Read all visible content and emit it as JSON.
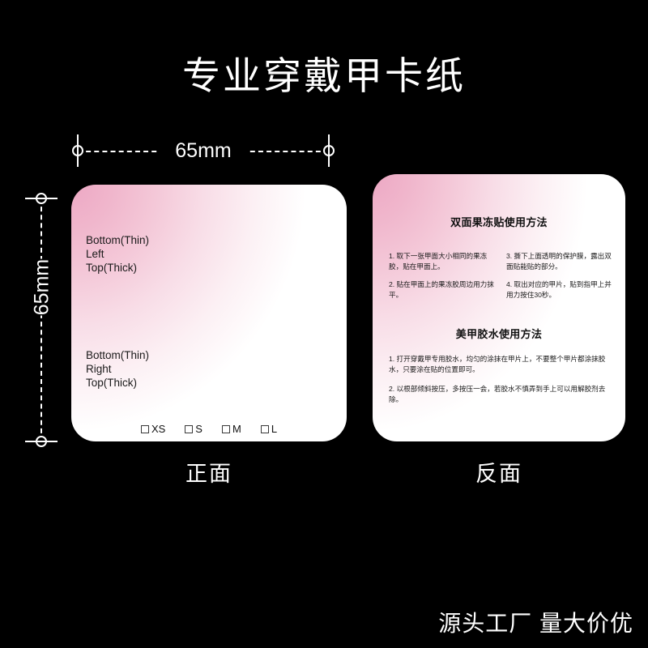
{
  "title": "专业穿戴甲卡纸",
  "dimensions": {
    "width_label": "65mm",
    "height_label": "65mm"
  },
  "front_card": {
    "caption": "正面",
    "orientation_left": {
      "line1": "Bottom(Thin)",
      "line2": "Left",
      "line3": "Top(Thick)"
    },
    "orientation_right": {
      "line1": "Bottom(Thin)",
      "line2": "Right",
      "line3": "Top(Thick)"
    },
    "sizes": [
      "XS",
      "S",
      "M",
      "L"
    ]
  },
  "back_card": {
    "caption": "反面",
    "section1": {
      "heading": "双面果冻贴使用方法",
      "left_items": [
        "1. 取下一张甲面大小相同的果冻胶，贴在甲面上。",
        "2. 贴在甲面上的果冻胶周边用力抹平。"
      ],
      "right_items": [
        "3. 撕下上面透明的保护膜，露出双面贴能贴的部分。",
        "4. 取出对应的甲片，贴到指甲上并用力按住30秒。"
      ]
    },
    "section2": {
      "heading": "美甲胶水使用方法",
      "items": [
        "1. 打开穿戴甲专用胶水，均匀的涂抹在甲片上，不要整个甲片都涂抹胶水，只要涂在贴的位置即可。",
        "2. 以根部倾斜按压，多按压一会，若胶水不慎弄到手上可以用解胶剂去除。"
      ]
    }
  },
  "footer": {
    "slogan": "源头工厂 量大价优"
  },
  "colors": {
    "background": "#000000",
    "text": "#ffffff",
    "card_pink": "#eda8c4",
    "card_white": "#ffffff",
    "card_text": "#1a1a1a"
  }
}
